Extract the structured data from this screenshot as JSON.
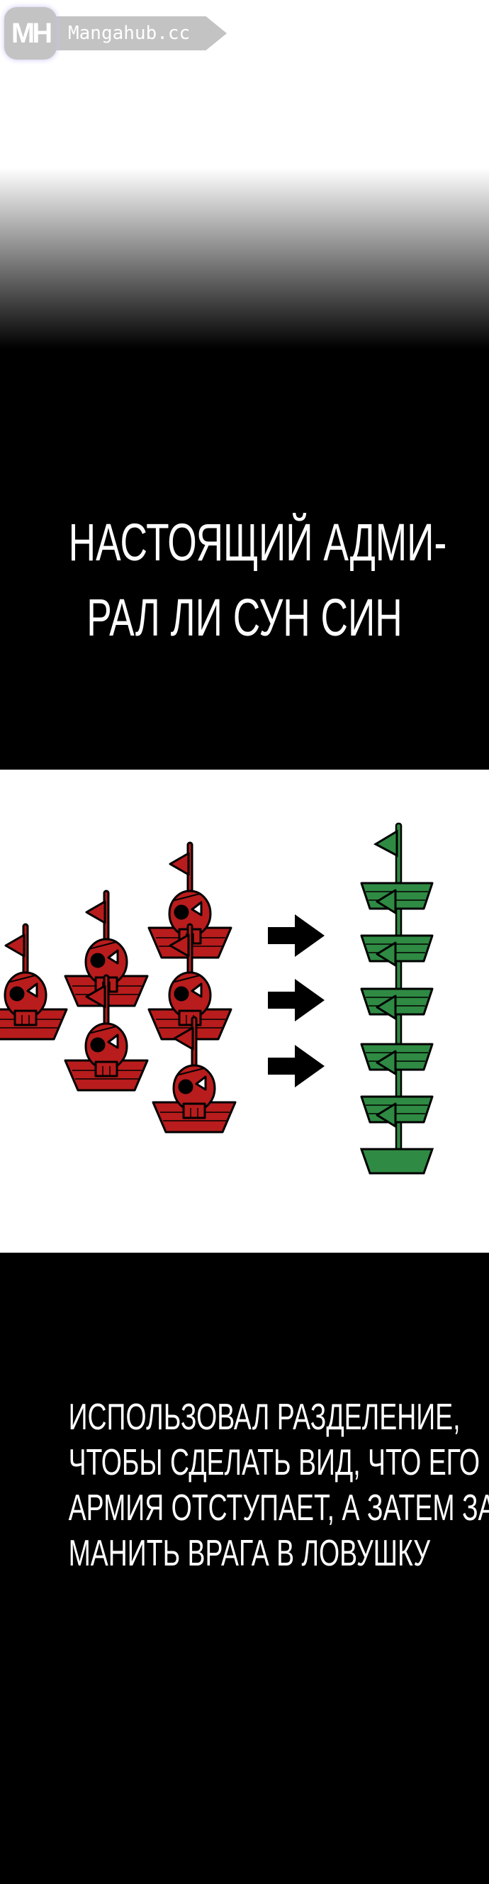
{
  "watermark": {
    "logo_text": "MH",
    "site": "Mangahub.cc"
  },
  "captions": {
    "first": [
      "Настоящий адми-",
      "рал Ли Сун Син"
    ],
    "second": [
      "использовал разделение,",
      "чтобы сделать вид, что его",
      "армия отступает, а затем за-",
      "манить врага в ловушку"
    ]
  },
  "colors": {
    "enemy": "#b81c1c",
    "allied": "#2f8a43",
    "arrow": "#000000"
  }
}
